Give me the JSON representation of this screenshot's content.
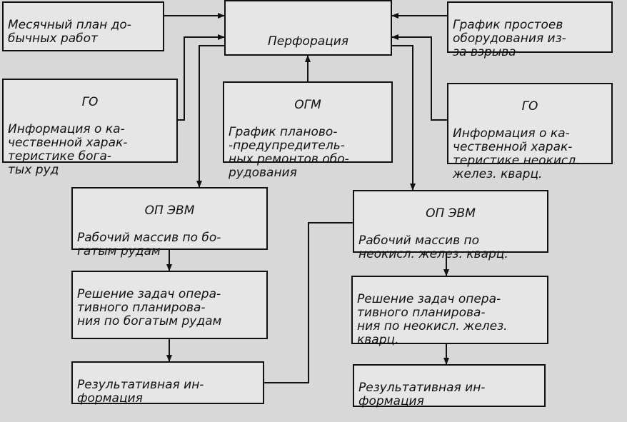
{
  "boxes": {
    "plan": {
      "text": "Месячный план до-\nбычных работ"
    },
    "perforation": {
      "text": "Перфорация"
    },
    "downtime": {
      "text": "График простоев\nоборудования из-\nза взрыва"
    },
    "go_rich": {
      "header": "ГО",
      "text": "Информация о ка-\nчественной харак-\nтеристике бога-\nтых руд"
    },
    "ogm": {
      "header": "ОГМ",
      "text": "График планово-\n-предупредитель-\nных ремонтов обо-\nрудования"
    },
    "go_quartz": {
      "header": "ГО",
      "text": "Информация о ка-\nчественной харак-\nтеристике неокисл.\nжелез. кварц."
    },
    "op_rich": {
      "header": "ОП ЭВМ",
      "text": "Рабочий массив по бо-\nгатым рудам"
    },
    "op_quartz": {
      "header": "ОП ЭВМ",
      "text": "Рабочий массив по\nнеокисл. желез. кварц."
    },
    "solve_rich": {
      "text": "Решение задач опера-\nтивного планирова-\nния по богатым рудам"
    },
    "solve_quartz": {
      "text": "Решение задач опера-\nтивного планирова-\nния по неокисл. желез.\nкварц."
    },
    "result_rich": {
      "text": "Результативная ин-\nформация"
    },
    "result_quartz": {
      "text": "Результативная ин-\nформация"
    }
  }
}
